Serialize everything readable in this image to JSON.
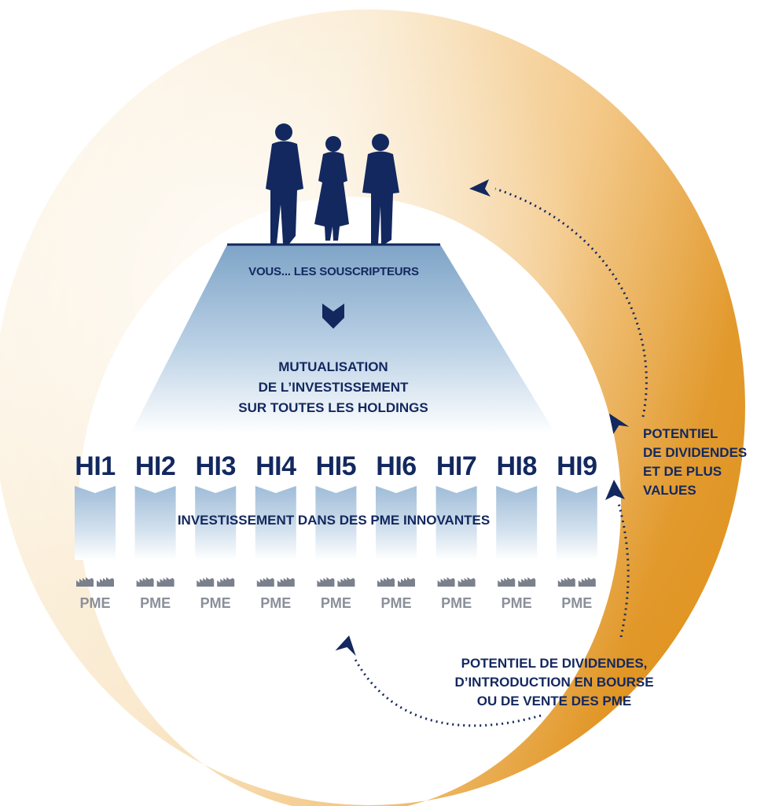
{
  "subscribers_label": "VOUS... LES SOUSCRIPTEURS",
  "mutualisation": {
    "line1": "MUTUALISATION",
    "line2": "DE L’INVESTISSEMENT",
    "line3": "SUR TOUTES LES HOLDINGS"
  },
  "holdings": [
    "HI1",
    "HI2",
    "HI3",
    "HI4",
    "HI5",
    "HI6",
    "HI7",
    "HI8",
    "HI9"
  ],
  "investment_label": "INVESTISSEMENT DANS DES PME INNOVANTES",
  "pme_label": "PME",
  "right_caption": {
    "line1": "POTENTIEL",
    "line2": "DE DIVIDENDES",
    "line3": "ET DE PLUS",
    "line4": "VALUES"
  },
  "bottom_caption": {
    "line1": "POTENTIEL DE DIVIDENDES,",
    "line2": "D’INTRODUCTION EN BOURSE",
    "line3": "OU DE VENTE DES PME"
  },
  "colors": {
    "navy": "#13285f",
    "ring_light": "#fbf1e1",
    "ring_dark": "#e39a26",
    "trapezoid_top": "#7fa4c6",
    "gray_text": "#8a8f9a"
  },
  "icons": [
    "person-silhouette-icon",
    "down-chevron-icon",
    "arrow-head-icon",
    "factory-icon"
  ]
}
